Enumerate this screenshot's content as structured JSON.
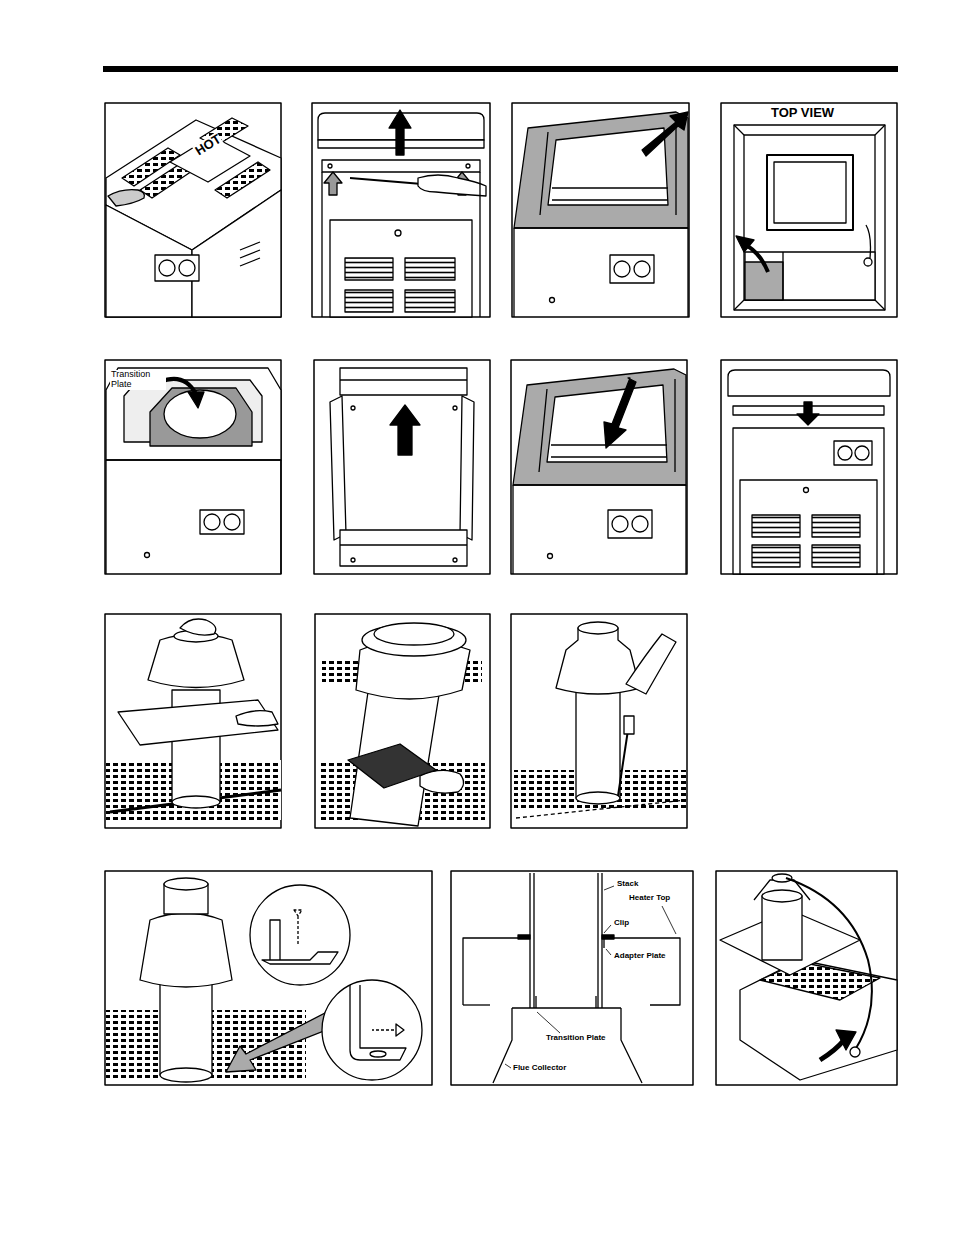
{
  "diagram": {
    "labels": [
      "HOT",
      "TOP VIEW",
      "Transition Plate",
      "Stack",
      "Heater Top",
      "Clip",
      "Adapter Plate",
      "Transition Plate",
      "Flue Collector"
    ]
  }
}
